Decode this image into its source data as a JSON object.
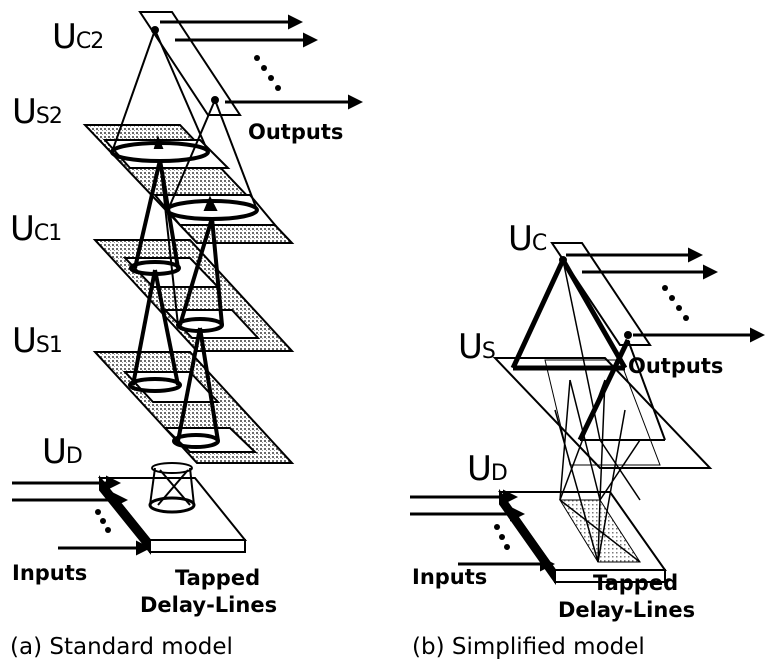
{
  "panel_a": {
    "layers": {
      "uc2": {
        "main": "U",
        "sub": "C2"
      },
      "us2": {
        "main": "U",
        "sub": "S2"
      },
      "uc1": {
        "main": "U",
        "sub": "C1"
      },
      "us1": {
        "main": "U",
        "sub": "S1"
      },
      "ud": {
        "main": "U",
        "sub": "D"
      }
    },
    "outputs_label": "Outputs",
    "inputs_label": "Inputs",
    "tdl_line1": "Tapped",
    "tdl_line2": "Delay-Lines",
    "caption": "(a) Standard model"
  },
  "panel_b": {
    "layers": {
      "uc": {
        "main": "U",
        "sub": "C"
      },
      "us": {
        "main": "U",
        "sub": "S"
      },
      "ud": {
        "main": "U",
        "sub": "D"
      }
    },
    "outputs_label": "Outputs",
    "inputs_label": "Inputs",
    "tdl_line1": "Tapped",
    "tdl_line2": "Delay-Lines",
    "caption": "(b) Simplified model"
  },
  "colors": {
    "ink": "#000000",
    "stipple": "#9a9a9a",
    "paper": "#ffffff"
  }
}
